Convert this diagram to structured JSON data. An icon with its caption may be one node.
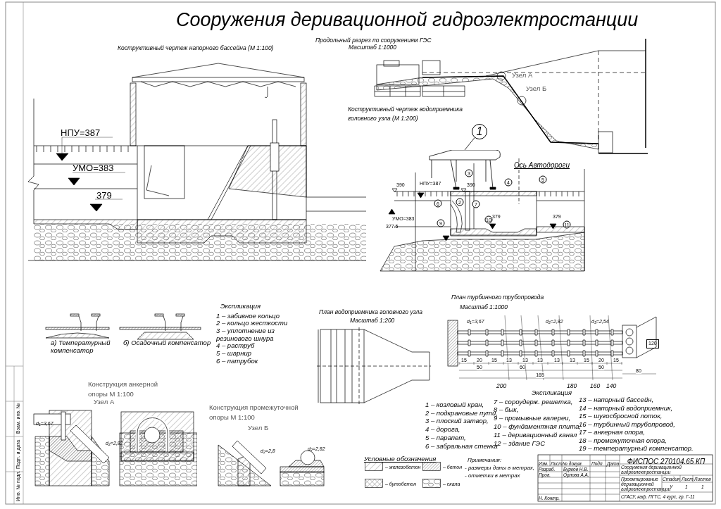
{
  "diagram": {
    "title": "Сооружения деривационной гидроэлектростанции",
    "nodes": [
      {
        "text": [
          "1"
        ]
      },
      {
        "text": [],
        "shape": "picture"
      }
    ],
    "edges": [
      {
        "from": 0,
        "to": 1,
        "arrow": "none"
      }
    ],
    "labels": [
      "Продольный разрез по сооружениям ГЭС",
      "Коструктивный чертеж напорного бассейна (М 1:100)",
      "Масштаб 1:1000",
      "НПУ=387",
      "УМО=383",
      "379",
      "Узел А",
      "Узел Б",
      "Коструктивный чертеж водоприемника головного узла (М 1:200)",
      "Ось Автодороги",
      "390",
      "НПУ=387",
      "390",
      "УМО=383",
      "379",
      "379",
      "377.5",
      "3",
      "4",
      "5",
      "6",
      "2",
      "7",
      "9",
      "10",
      "11",
      "а) Температурный компенсатор",
      "б) Осадочный компенсатор",
      "Экспликация",
      "1 – забивное кольцо",
      "2 – кольцо жесткости",
      "3 – уплотнение из резинового шнура",
      "4 – раструб",
      "5 – шарнир",
      "6 – патрубок",
      "Конструкция анкерной опоры М 1:100",
      "Узел А",
      "d$_{1}$=3,67",
      "d$_{2}$=2,82",
      "Конструкция промежуточной опоры М 1:100",
      "Узел Б",
      "d$_{2}$=2,8",
      "d$_{2}$=2,82",
      "План водоприемника головного узла",
      "Масштаб 1:200",
      "План турбинного трубопровода",
      "Масштаб 1:1000",
      "d$_{1}$=3,67",
      "d$_{2}$=2,82",
      "d$_{3}$=2,54",
      "15",
      "20",
      "15",
      "13",
      "13",
      "13",
      "13",
      "13",
      "15",
      "20",
      "15",
      "50",
      "60",
      "50",
      "165",
      "80",
      "120",
      "200",
      "180",
      "160",
      "140",
      "Экспликация",
      "1 – козловый кран,",
      "2 – подкрановые пути,",
      "3 – плоский затвор,",
      "4 – дорога,",
      "5 – парапет,",
      "6 – забральная стенка",
      "7 – сороудерж. решетка,",
      "8 – бык,",
      "9 – промывные галереи,",
      "10 – фундаментная плита,",
      "11 – деривационный канал",
      "12 – здание ГЭС",
      "13 – напорный бассейн,",
      "14 – напорный водоприемник,",
      "15 – шугосбросной лоток,",
      "16 – турбинный трубопровод,",
      "17 – анкерная опора,",
      "18 – промежуточная опора,",
      "19 – температурный компенсатор.",
      "Условные обозначения",
      "Примечания:",
      "- размеры даны в метрах,",
      "- отметки в метрах",
      "Изм.",
      "Лист",
      "№ докум.",
      "Подп.",
      "Дата",
      "ФИСПОС 270104.65 КП",
      "Разраб.",
      "Бурков Н.В.",
      "Сооружения деривационной гидроэлектростанции",
      "Пров.",
      "Орлова А.А.",
      "Проектирование деривационной гидроэлектростанции",
      "Стадия",
      "Лист",
      "Листов",
      "У",
      "1",
      "1",
      "Н. Контр.",
      "СГАСУ, каф. ПГТС, 4 курс, гр. Г-11",
      "Взам. инв. №",
      "Подп. и дата",
      "Инв. № подл."
    ],
    "legend": [
      {
        "text": "– железобетон"
      },
      {
        "text": "– бетон"
      },
      {
        "text": "– бутобетон"
      },
      {
        "text": "– скала"
      }
    ]
  }
}
